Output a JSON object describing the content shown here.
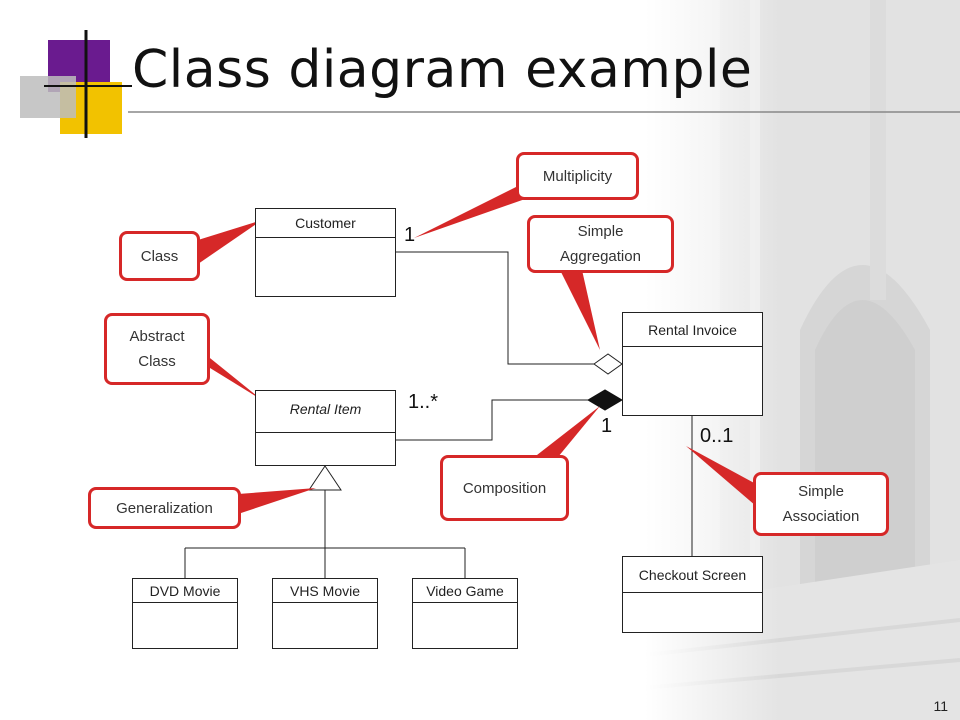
{
  "slide": {
    "title": "Class diagram example",
    "page_number": "11"
  },
  "classes": {
    "customer": "Customer",
    "rental_item": "Rental Item",
    "rental_invoice": "Rental Invoice",
    "dvd_movie": "DVD Movie",
    "vhs_movie": "VHS Movie",
    "video_game": "Video Game",
    "checkout_screen": "Checkout Screen"
  },
  "multiplicities": {
    "customer_end": "1",
    "rental_item_end": "1..*",
    "invoice_composition_end": "1",
    "invoice_association_end": "0..1"
  },
  "callouts": {
    "class": [
      "Class"
    ],
    "abstract_class": [
      "Abstract",
      "Class"
    ],
    "generalization": [
      "Generalization"
    ],
    "multiplicity": [
      "Multiplicity"
    ],
    "simple_aggregation": [
      "Simple",
      "Aggregation"
    ],
    "composition": [
      "Composition"
    ],
    "simple_association": [
      "Simple",
      "Association"
    ]
  },
  "colors": {
    "callout_border": "#d62828",
    "accent_purple": "#6a1b8f",
    "accent_yellow": "#f2c200"
  }
}
